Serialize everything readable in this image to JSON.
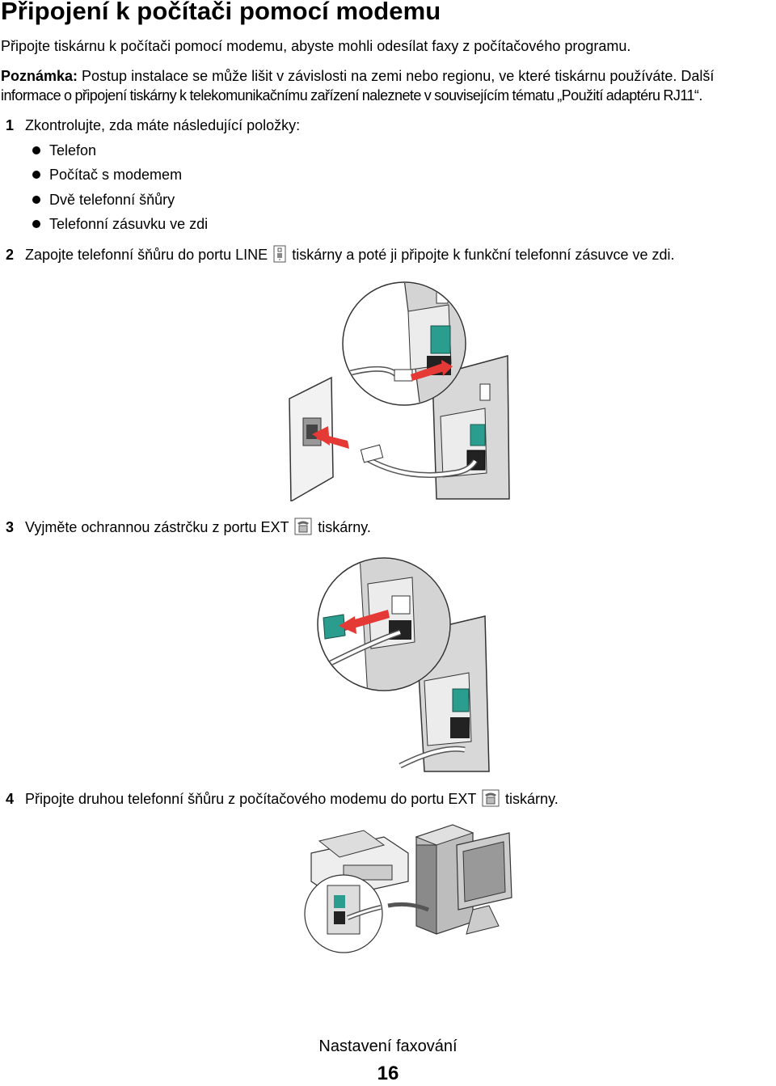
{
  "title": "Připojení k počítači pomocí modemu",
  "intro": "Připojte tiskárnu k počítači pomocí modemu, abyste mohli odesílat faxy z počítačového programu.",
  "note": {
    "label": "Poznámka:",
    "line1": " Postup instalace se může lišit v závislosti na zemi nebo regionu, ve které tiskárnu používáte. Další",
    "line2": "informace o připojení tiskárny k telekomunikačnímu zařízení naleznete v souvisejícím tématu „Použití adaptéru RJ11“."
  },
  "steps": [
    {
      "num": "1",
      "text": "Zkontrolujte, zda máte následující položky:"
    },
    {
      "num": "2",
      "text_before": "Zapojte telefonní šňůru do portu LINE",
      "icon": "line-port-icon",
      "text_after": "tiskárny a poté ji připojte k funkční telefonní zásuvce ve zdi."
    },
    {
      "num": "3",
      "text_before": "Vyjměte ochrannou zástrčku z portu EXT",
      "icon": "ext-port-icon",
      "text_after": "tiskárny."
    },
    {
      "num": "4",
      "text_before": "Připojte druhou telefonní šňůru z počítačového modemu do portu EXT",
      "icon": "ext-port-icon",
      "text_after": "tiskárny."
    }
  ],
  "items": [
    "Telefon",
    "Počítač s modemem",
    "Dvě telefonní šňůry",
    "Telefonní zásuvku ve zdi"
  ],
  "illustrations": [
    {
      "name": "printer-wall-jack-connection-illustration",
      "accent": "#2a9d8f",
      "arrow": "#e53935"
    },
    {
      "name": "remove-ext-plug-illustration",
      "accent": "#2a9d8f",
      "arrow": "#e53935"
    },
    {
      "name": "computer-modem-connection-illustration",
      "accent": "#2a9d8f"
    }
  ],
  "footer": {
    "section": "Nastavení faxování",
    "page": "16"
  }
}
